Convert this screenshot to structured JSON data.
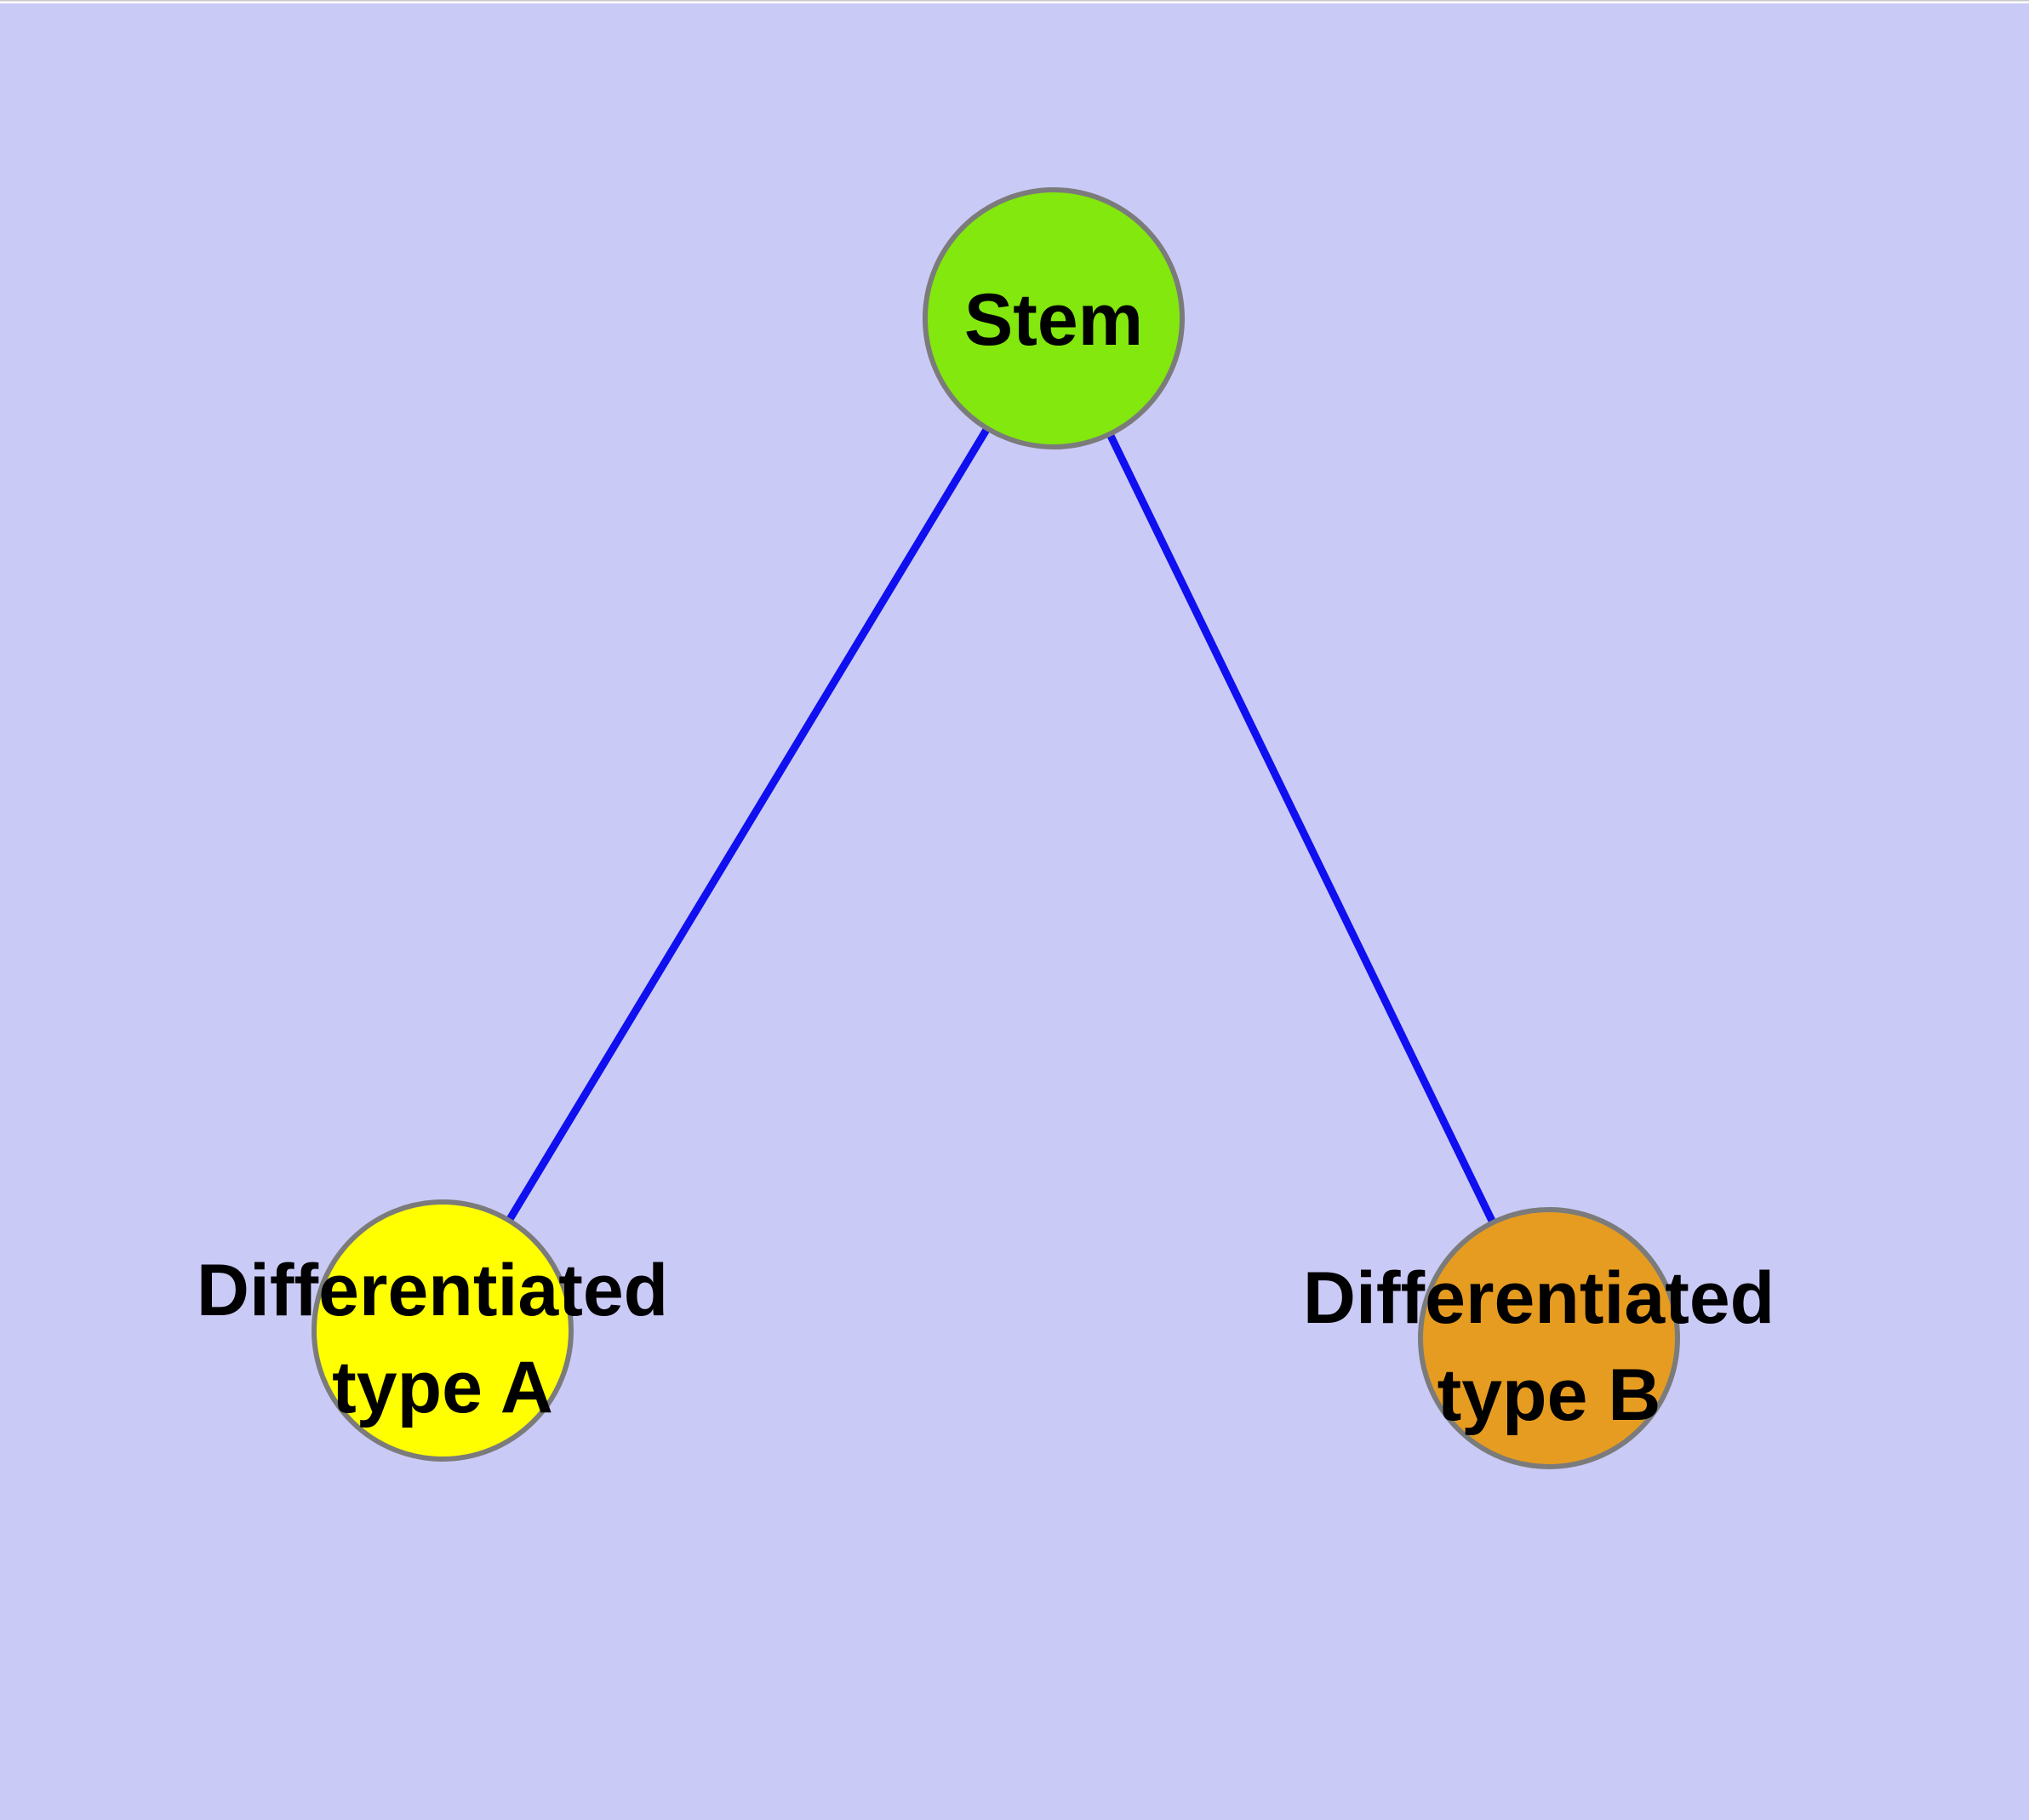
{
  "diagram": {
    "title": "Stem cell differentiation graph",
    "colors": {
      "background": "#CACAF6",
      "top_margin": "#FFFFFF",
      "top_hairline": "#C9C9C9",
      "edge": "#0F0FEF",
      "node_border": "#7B7B7B",
      "label_text": "#000000"
    },
    "nodes": [
      {
        "id": "stem",
        "label": "Stem",
        "fill": "#82E80D"
      },
      {
        "id": "diff-a",
        "label_line1": "Differentiated",
        "label_line2": "type A",
        "fill": "#FFFF00"
      },
      {
        "id": "diff-b",
        "label_line1": "Differentiated",
        "label_line2": "type B",
        "fill": "#E69C20"
      }
    ],
    "edges": [
      {
        "from": "Stem",
        "to": "Differentiated type A"
      },
      {
        "from": "Stem",
        "to": "Differentiated type B"
      }
    ]
  }
}
